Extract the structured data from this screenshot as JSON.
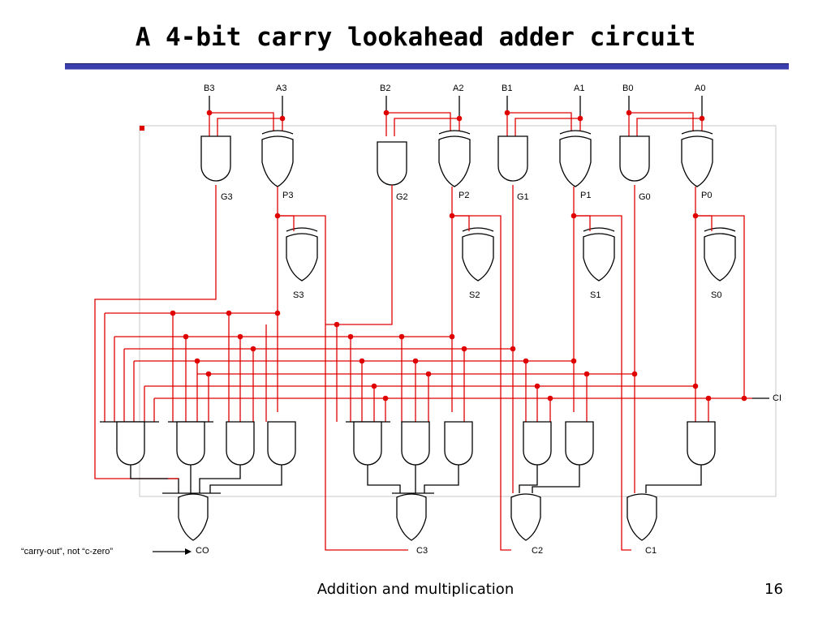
{
  "slide": {
    "title": "A 4-bit carry lookahead adder circuit",
    "footer": "Addition and multiplication",
    "page_number": "16",
    "annotation": "“carry-out”, not “c-zero”"
  },
  "inputs": [
    "B3",
    "A3",
    "B2",
    "A2",
    "B1",
    "A1",
    "B0",
    "A0"
  ],
  "generate_labels": [
    "G3",
    "G2",
    "G1",
    "G0"
  ],
  "propagate_labels": [
    "P3",
    "P2",
    "P1",
    "P0"
  ],
  "sum_labels": [
    "S3",
    "S2",
    "S1",
    "S0"
  ],
  "carry_in_label": "CI",
  "carry_labels": [
    "CO",
    "C3",
    "C2",
    "C1"
  ],
  "colors": {
    "wire": "#e00000",
    "gate_outline": "#000000",
    "title_rule": "#3b3fae"
  }
}
